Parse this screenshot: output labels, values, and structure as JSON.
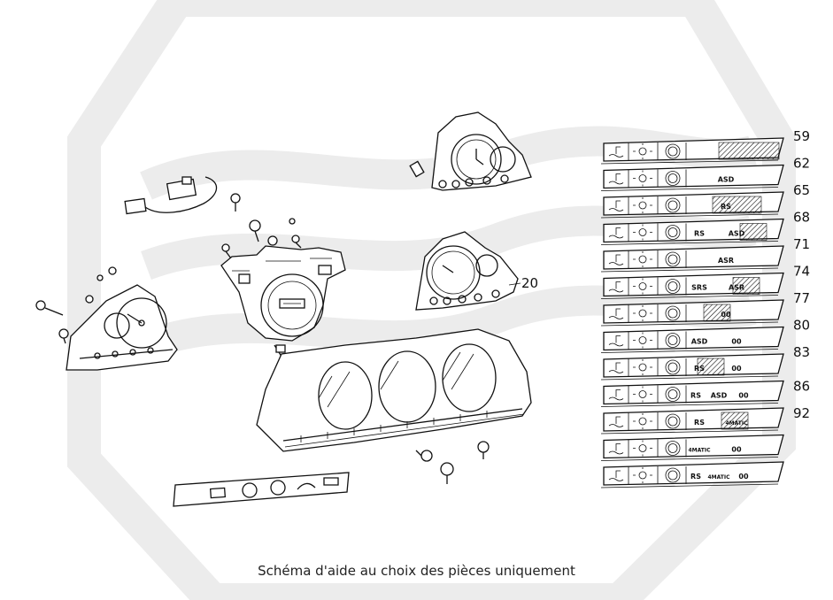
{
  "caption": "Schéma d'aide au choix des pièces uniquement",
  "callouts": {
    "cluster_20": "20"
  },
  "panels": [
    {
      "num": "59",
      "labels": []
    },
    {
      "num": "62",
      "labels": [
        "ASD"
      ]
    },
    {
      "num": "65",
      "labels": [
        "RS"
      ]
    },
    {
      "num": "68",
      "labels": [
        "RS",
        "ASD"
      ]
    },
    {
      "num": "71",
      "labels": [
        "ASR"
      ]
    },
    {
      "num": "74",
      "labels": [
        "SRS",
        "ASR"
      ]
    },
    {
      "num": "77",
      "labels": [
        "00"
      ]
    },
    {
      "num": "80",
      "labels": [
        "ASD",
        "00"
      ]
    },
    {
      "num": "83",
      "labels": [
        "RS",
        "00"
      ]
    },
    {
      "num": "86",
      "labels": [
        "RS",
        "ASD",
        "00"
      ]
    },
    {
      "num": "92",
      "labels": [
        "RS",
        "4MATIC"
      ]
    },
    {
      "num": "",
      "labels": [
        "4MATIC",
        "00"
      ]
    },
    {
      "num": "",
      "labels": [
        "RS",
        "4MATIC",
        "00"
      ]
    }
  ],
  "colors": {
    "watermark": "#ececec",
    "line": "#111111"
  }
}
